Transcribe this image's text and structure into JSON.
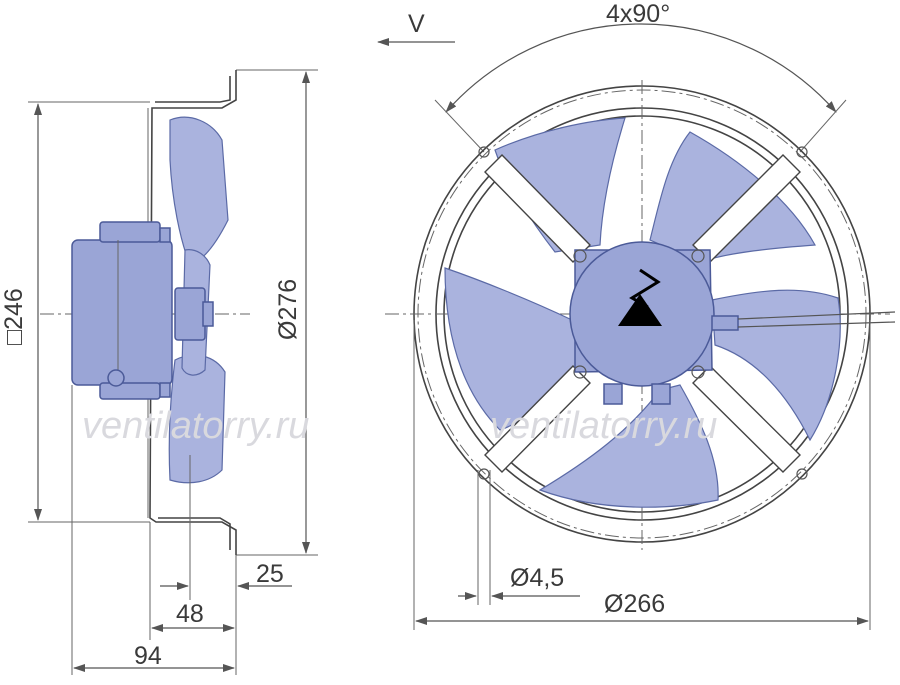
{
  "labels": {
    "square_246": "□246",
    "dia_276": "Ø276",
    "dim_25": "25",
    "dim_48": "48",
    "dim_94": "94",
    "airflow_v": "V",
    "angle_4x90": "4x90°",
    "dia_4_5": "Ø4,5",
    "dia_266": "Ø266"
  },
  "watermark": {
    "left": "ventilatorry.ru",
    "right": "ventilatorry.ru"
  },
  "colors": {
    "blade_fill": "#aab3de",
    "blade_stroke": "#5b6aa6",
    "line": "#555555",
    "text": "#3a3a3a"
  }
}
